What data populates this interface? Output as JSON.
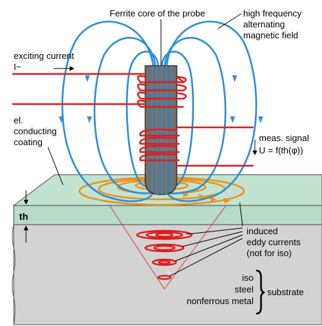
{
  "labels": {
    "probe_core": "Ferrite core of the probe",
    "field_line1": "high frequency",
    "field_line2": "alternating",
    "field_line3": "magnetic field",
    "exciting_line1": "exciting current",
    "exciting_line2": "I~",
    "coating_line1": "el.",
    "coating_line2": "conducting",
    "coating_line3": "coating",
    "meas_line1": "meas. signal",
    "meas_line2": "U = f(th(φ))",
    "thickness": "th",
    "eddy_line1": "induced",
    "eddy_line2": "eddy currents",
    "eddy_line3": "(not for iso)",
    "sub_iso": "iso",
    "sub_steel": "steel",
    "sub_nonferrous": "nonferrous metal",
    "substrate": "substrate"
  },
  "colors": {
    "coating": "#b6dcc8",
    "substrate": "#d3d3d3",
    "core": "#707070",
    "field_lines": "#2d8fd8",
    "coil_and_wires": "#e21b1b",
    "eddy_in_coating": "#f0901a",
    "eddy_in_substrate": "#e21b1b"
  }
}
